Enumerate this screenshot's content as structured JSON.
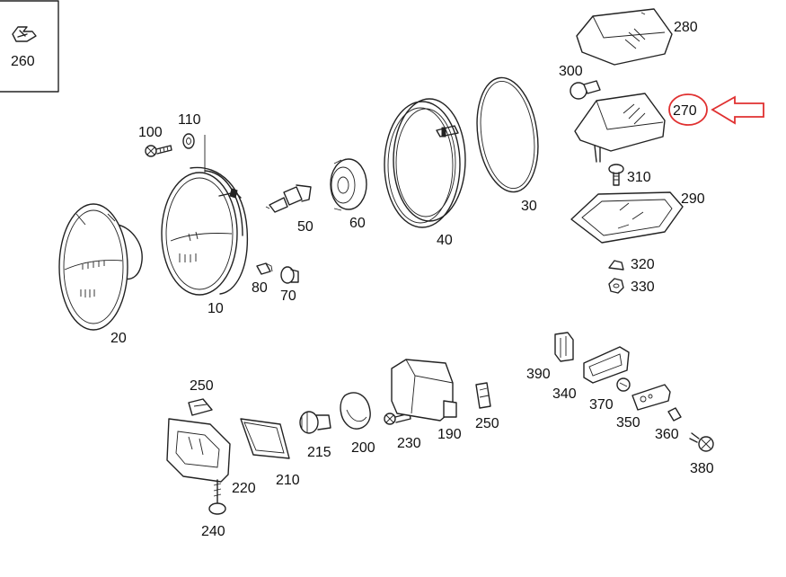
{
  "colors": {
    "line": "#222222",
    "highlight": "#e03030",
    "background": "#ffffff"
  },
  "inset": {
    "label": "260",
    "icon": "clip-icon"
  },
  "labels": {
    "p100": "100",
    "p110": "110",
    "p20": "20",
    "p10": "10",
    "p50": "50",
    "p60": "60",
    "p80": "80",
    "p70": "70",
    "p40": "40",
    "p30": "30",
    "p280": "280",
    "p300": "300",
    "p270": "270",
    "p310": "310",
    "p290": "290",
    "p320": "320",
    "p330": "330",
    "p250a": "250",
    "p220": "220",
    "p210": "210",
    "p240": "240",
    "p215": "215",
    "p200": "200",
    "p230": "230",
    "p190": "190",
    "p250b": "250",
    "p390": "390",
    "p340": "340",
    "p370": "370",
    "p350": "350",
    "p360": "360",
    "p380": "380"
  },
  "highlight": {
    "part": "270",
    "marker": "arrow-left-icon"
  }
}
